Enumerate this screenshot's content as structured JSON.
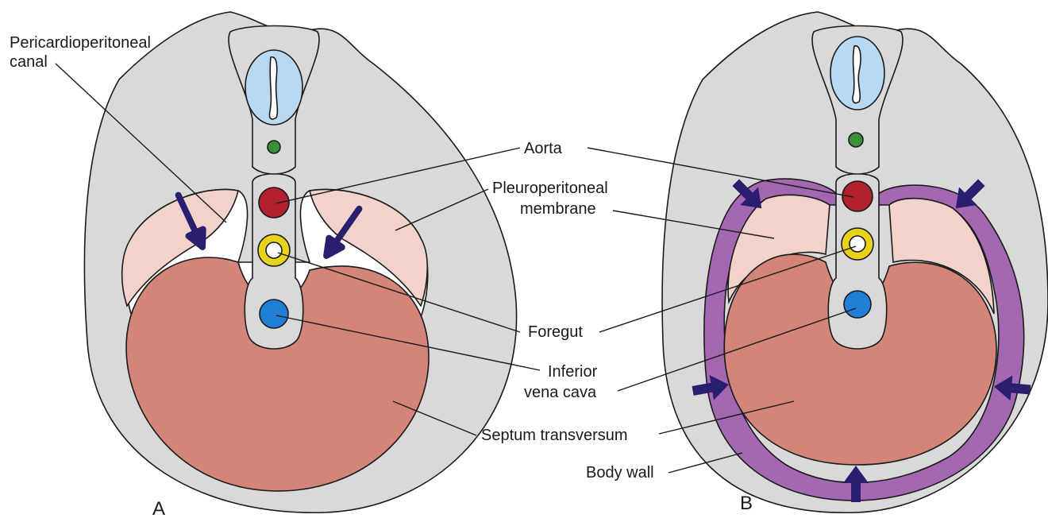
{
  "labels": {
    "pericardioperitoneal_line1": "Pericardioperitoneal",
    "pericardioperitoneal_line2": "canal",
    "aorta": "Aorta",
    "pleuroperitoneal_line1": "Pleuroperitoneal",
    "pleuroperitoneal_line2": "membrane",
    "foregut": "Foregut",
    "ivc_line1": "Inferior",
    "ivc_line2": "vena cava",
    "septum": "Septum transversum",
    "body_wall": "Body wall"
  },
  "panels": {
    "a": "A",
    "b": "B"
  },
  "colors": {
    "body": "#d9d9d9",
    "septum": "#d4857a",
    "membrane": "#f2d3cc",
    "aorta": "#b3202e",
    "foregut_ring": "#e8d21a",
    "ivc": "#1f7fd6",
    "neural_tube": "#b9d9f3",
    "notochord": "#3a8f3a",
    "body_wall_muscle": "#a468b3",
    "arrow": "#2a1f6e"
  },
  "icons": [
    "arrow-icon"
  ]
}
